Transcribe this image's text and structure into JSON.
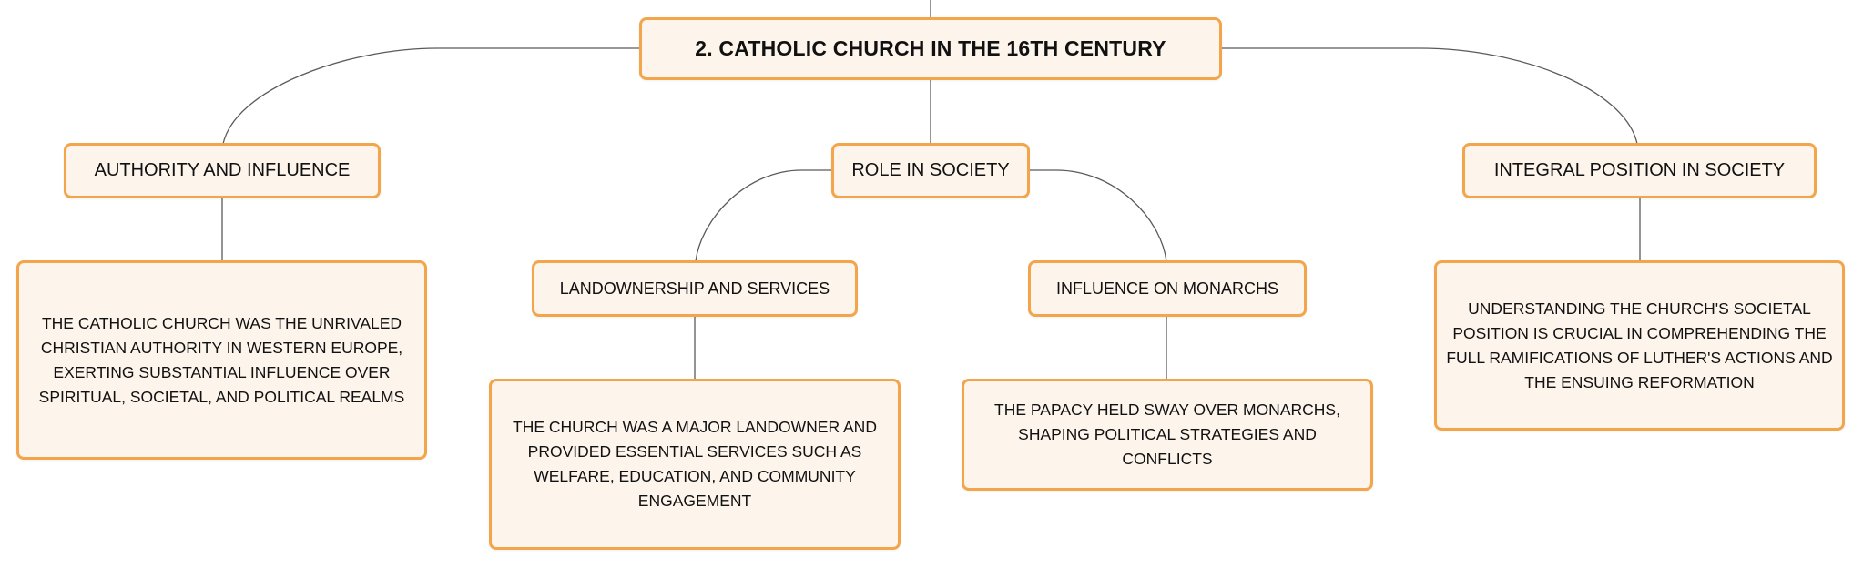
{
  "root": {
    "label": "2. CATHOLIC CHURCH IN THE 16TH CENTURY"
  },
  "branches": {
    "authority": {
      "label": "AUTHORITY AND INFLUENCE",
      "detail": "THE CATHOLIC CHURCH WAS THE UNRIVALED CHRISTIAN AUTHORITY IN WESTERN EUROPE, EXERTING SUBSTANTIAL INFLUENCE OVER SPIRITUAL, SOCIETAL, AND POLITICAL REALMS"
    },
    "role": {
      "label": "ROLE IN SOCIETY",
      "landownership": {
        "label": "LANDOWNERSHIP AND SERVICES",
        "detail": "THE CHURCH WAS A MAJOR LANDOWNER AND PROVIDED ESSENTIAL SERVICES SUCH AS WELFARE, EDUCATION, AND COMMUNITY ENGAGEMENT"
      },
      "monarchs": {
        "label": "INFLUENCE ON MONARCHS",
        "detail": "THE PAPACY HELD SWAY OVER MONARCHS, SHAPING POLITICAL STRATEGIES AND CONFLICTS"
      }
    },
    "integral": {
      "label": "INTEGRAL POSITION IN SOCIETY",
      "detail": "UNDERSTANDING THE CHURCH'S SOCIETAL POSITION IS CRUCIAL IN COMPREHENDING THE FULL RAMIFICATIONS OF LUTHER'S ACTIONS AND THE ENSUING REFORMATION"
    }
  },
  "colors": {
    "node_fill": "#fdf4ec",
    "node_border": "#f2a54a",
    "connector": "#5a5a5a",
    "text": "#111111"
  }
}
